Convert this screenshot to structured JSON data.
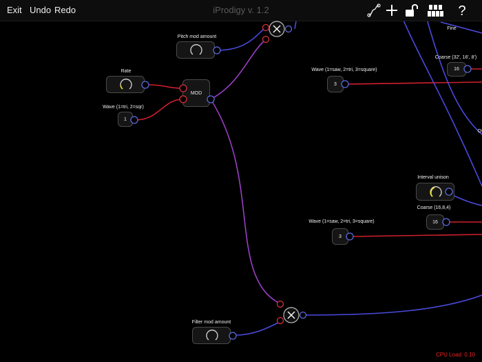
{
  "toolbar": {
    "exit_label": "Exit",
    "undo_label": "Undo",
    "redo_label": "Redo",
    "title": "iProdigy v. 1.2"
  },
  "icons": {
    "patch_cable": "cable-icon",
    "add": "plus-icon",
    "lock": "unlock-icon",
    "modules": "modules-icon",
    "help": "help-icon"
  },
  "modules": {
    "pitch_mod": {
      "label": "Pitch mod amount"
    },
    "rate": {
      "label": "Rate"
    },
    "wave_mod": {
      "label": "Wave (1=tri, 2=sqr)",
      "value": "1"
    },
    "mod": {
      "label": "MOD"
    },
    "wave_osc1": {
      "label": "Wave (1=saw, 2=tri, 3=square)",
      "value": "3"
    },
    "fine": {
      "label": "Fine"
    },
    "coarse_osc1": {
      "label": "Coarse (32', 16', 8')",
      "value": "16"
    },
    "osc_label_partial": {
      "label": "Os"
    },
    "interval_unison": {
      "label": "Interval unison"
    },
    "coarse_osc2": {
      "label": "Coarse (16,8,4)",
      "value": "16"
    },
    "wave_osc2": {
      "label": "Wave (1=saw, 2=tri, 3=square)",
      "value": "3"
    },
    "filter_mod": {
      "label": "Filter mod amount"
    },
    "multiplier_symbol": "×"
  },
  "status": {
    "cpu_load": "CPU Load: 0.10"
  },
  "colors": {
    "background": "#000000",
    "wire_blue": "#4a4adf",
    "wire_red": "#d0202e",
    "wire_purple": "#9a3fc4",
    "port_blue": "#5b6ce0",
    "port_red": "#d8303c",
    "knob_yellow": "#f0e020",
    "cpu_text": "#e02020"
  }
}
